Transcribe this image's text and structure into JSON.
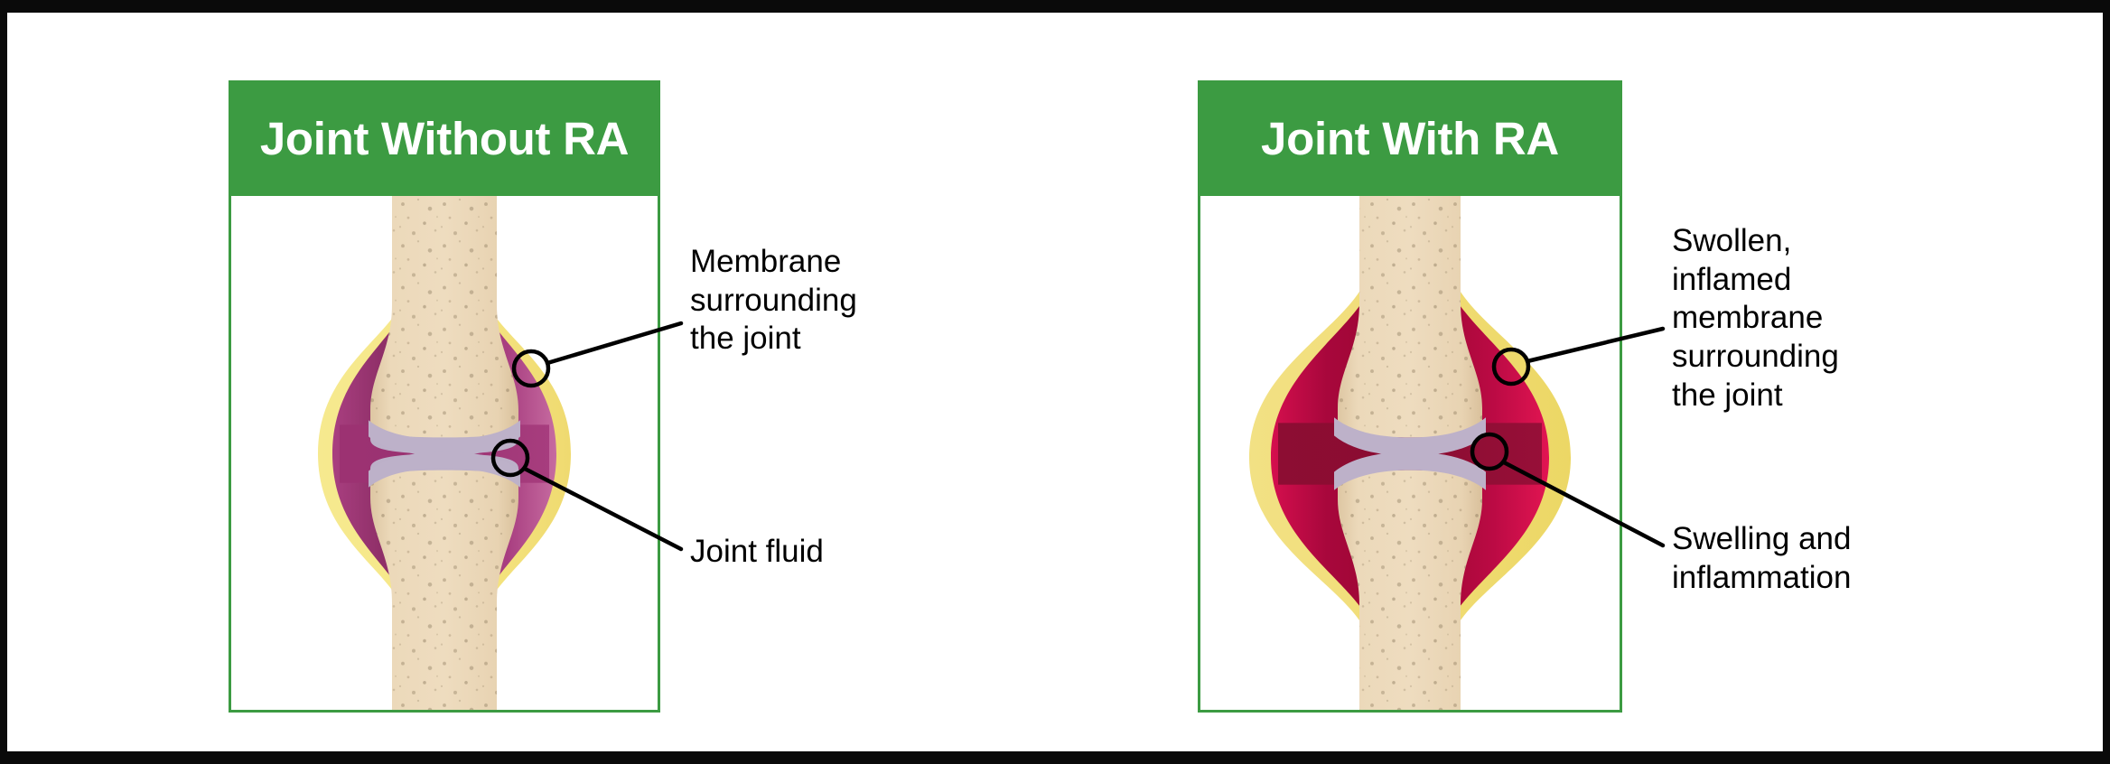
{
  "figure": {
    "type": "medical-illustration-comparison",
    "background_color": "#ffffff",
    "frame_color": "#000000"
  },
  "palette": {
    "header_green": "#3c9b42",
    "border_green": "#3c9b42",
    "header_text": "#ffffff",
    "annotation_text": "#000000",
    "bone": "#ead6b6",
    "bone_shade": "#dcc49f",
    "cartilage": "#bcb0c8",
    "capsule_yellow": "#f3e07a",
    "synovium_normal": "#a63c7d",
    "synovium_normal_dark": "#8e2f6b",
    "fluid_normal": "#a03878",
    "synovium_ra": "#d50f4e",
    "fluid_ra": "#8e0d33",
    "callout_stroke": "#000000"
  },
  "panels": [
    {
      "id": "without-ra",
      "title": "Joint Without RA",
      "state": "healthy",
      "annotations": [
        {
          "id": "membrane",
          "text": "Membrane\nsurrounding\nthe joint",
          "lines": [
            "Membrane",
            "surrounding",
            "the joint"
          ],
          "target": "synovial-membrane"
        },
        {
          "id": "joint-fluid",
          "text": "Joint fluid",
          "lines": [
            "Joint fluid"
          ],
          "target": "synovial-fluid"
        }
      ]
    },
    {
      "id": "with-ra",
      "title": "Joint With RA",
      "state": "rheumatoid-arthritis",
      "annotations": [
        {
          "id": "swollen-membrane",
          "text": "Swollen,\ninflamed\nmembrane\nsurrounding\nthe joint",
          "lines": [
            "Swollen,",
            "inflamed",
            "membrane",
            "surrounding",
            "the joint"
          ],
          "target": "inflamed-synovial-membrane"
        },
        {
          "id": "swelling-inflammation",
          "text": "Swelling and\ninflammation",
          "lines": [
            "Swelling and",
            "inflammation"
          ],
          "target": "inflamed-joint-space"
        }
      ]
    }
  ]
}
